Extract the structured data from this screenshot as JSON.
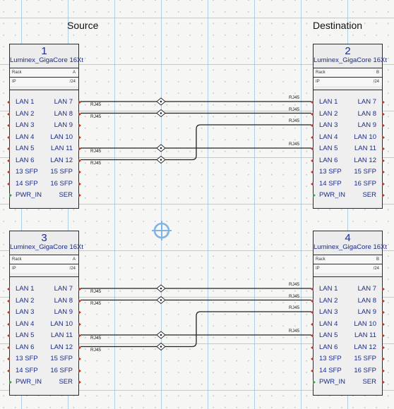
{
  "headers": {
    "source": "Source",
    "destination": "Destination"
  },
  "device_template": {
    "model": "Luminex_GigaCore 16Xt",
    "ip_label": "IP",
    "ip_mask": "/24",
    "rack_label": "Rack",
    "ports_left": [
      "LAN 1",
      "LAN 2",
      "LAN 3",
      "LAN 4",
      "LAN 5",
      "LAN 6",
      "13 SFP",
      "14 SFP",
      "PWR_IN"
    ],
    "ports_right": [
      "LAN 7",
      "LAN 8",
      "LAN 9",
      "LAN 10",
      "LAN 11",
      "LAN 12",
      "15 SFP",
      "16 SFP",
      "SER"
    ]
  },
  "devices": [
    {
      "number": "1",
      "model": "Luminex_GigaCore 16Xt",
      "rack": "Rack",
      "rack_side": "A",
      "ip": "IP",
      "mask": "/24"
    },
    {
      "number": "2",
      "model": "Luminex_GigaCore 16Xt",
      "rack": "Rack",
      "rack_side": "B",
      "ip": "IP",
      "mask": "/24"
    },
    {
      "number": "3",
      "model": "Luminex_GigaCore 16Xt",
      "rack": "Rack",
      "rack_side": "A",
      "ip": "IP",
      "mask": "/24"
    },
    {
      "number": "4",
      "model": "Luminex_GigaCore 16Xt",
      "rack": "Rack",
      "rack_side": "B",
      "ip": "IP",
      "mask": "/24"
    }
  ],
  "cable_label": "RJ45",
  "connections": [
    {
      "from": "LAN 7",
      "to": "LAN 1"
    },
    {
      "from": "LAN 8",
      "to": "LAN 2"
    },
    {
      "from": "LAN 11",
      "to": "LAN 5"
    },
    {
      "from": "LAN 12",
      "to": "LAN 3"
    }
  ],
  "colors": {
    "wire": "#222222",
    "device_text": "#1b2c8a",
    "pin": "#c0392b",
    "power_pin": "#3aa04a",
    "grid": "#8cb9e1",
    "crosshair": "#7fb2e5"
  }
}
